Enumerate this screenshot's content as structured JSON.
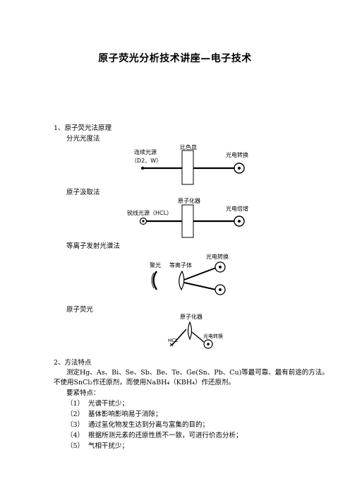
{
  "title": "原子荧光分析技术讲座—电子技术",
  "section1": {
    "heading": "1、原子荧光法原理",
    "sub1": {
      "title": "分光光度法",
      "source_label": "连续光源",
      "source_sub": "（D2、W）",
      "middle_label": "比色皿",
      "detector_label": "光电转换"
    },
    "sub2": {
      "title": "原子汲取法",
      "source_label": "锐线光源（HCL）",
      "middle_label": "原子化器",
      "detector_label": "光电倍增"
    },
    "sub3": {
      "title": "等离子发射光谱法",
      "lens_label": "聚光",
      "plasma_label": "等离子体",
      "detector_label": "光电转换"
    },
    "sub4": {
      "title": "原子荧光",
      "atomizer_label": "原子化器",
      "source_label": "HCL",
      "detector_label": "光电转换"
    }
  },
  "section2": {
    "heading": "2、方法特点",
    "para_line1": "测定Hg、As、Bi、Se、Sb、Be、Te、Ge(Sn、Pb、Cu)等最可靠、最有前途的方法。",
    "para_line2": "不使用SnCl₂作还原剂，而使用NaBH₄（KBH₄）作还原剂。",
    "features_title": "要紧特点：",
    "features": [
      {
        "num": "（1）",
        "text": "光谱干扰少；"
      },
      {
        "num": "（2）",
        "text": "基体影响影响易于消除；"
      },
      {
        "num": "（3）",
        "text": "通过氢化物发生达到分离与富集的目的；"
      },
      {
        "num": "（4）",
        "text": "根据所测元素的还原性质不一致，可进行价态分析；"
      },
      {
        "num": "（5）",
        "text": "气相干扰少；"
      }
    ]
  }
}
